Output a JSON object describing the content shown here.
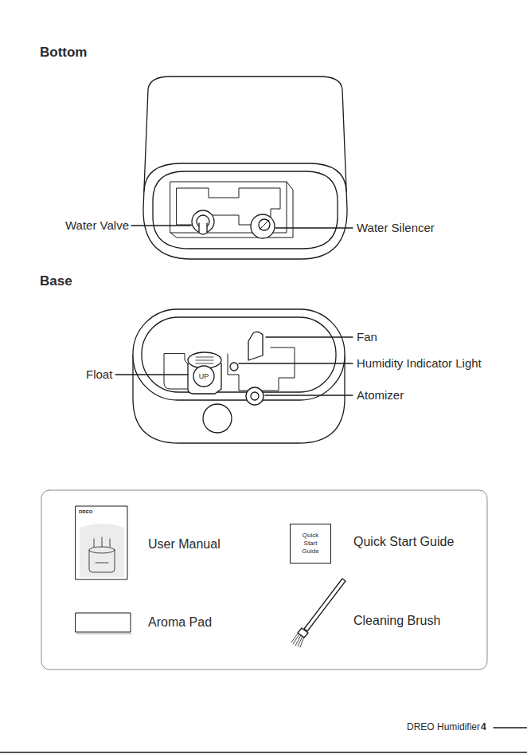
{
  "diagram": {
    "nodes": [
      {
        "text": [
          "User Manual",
          "Quick Start Guide",
          "Aroma Pad",
          "Cleaning Brush"
        ]
      },
      {
        "text": [
          "Quick Start Guide"
        ],
        "in": 0
      }
    ],
    "labels": [
      "Bottom",
      "Water Valve",
      "Water Silencer",
      "Base",
      "Fan",
      "Humidity Indicator Light",
      "Float",
      "Atomizer",
      "UP",
      "DREO",
      "DREO Humidifier",
      "4"
    ]
  }
}
